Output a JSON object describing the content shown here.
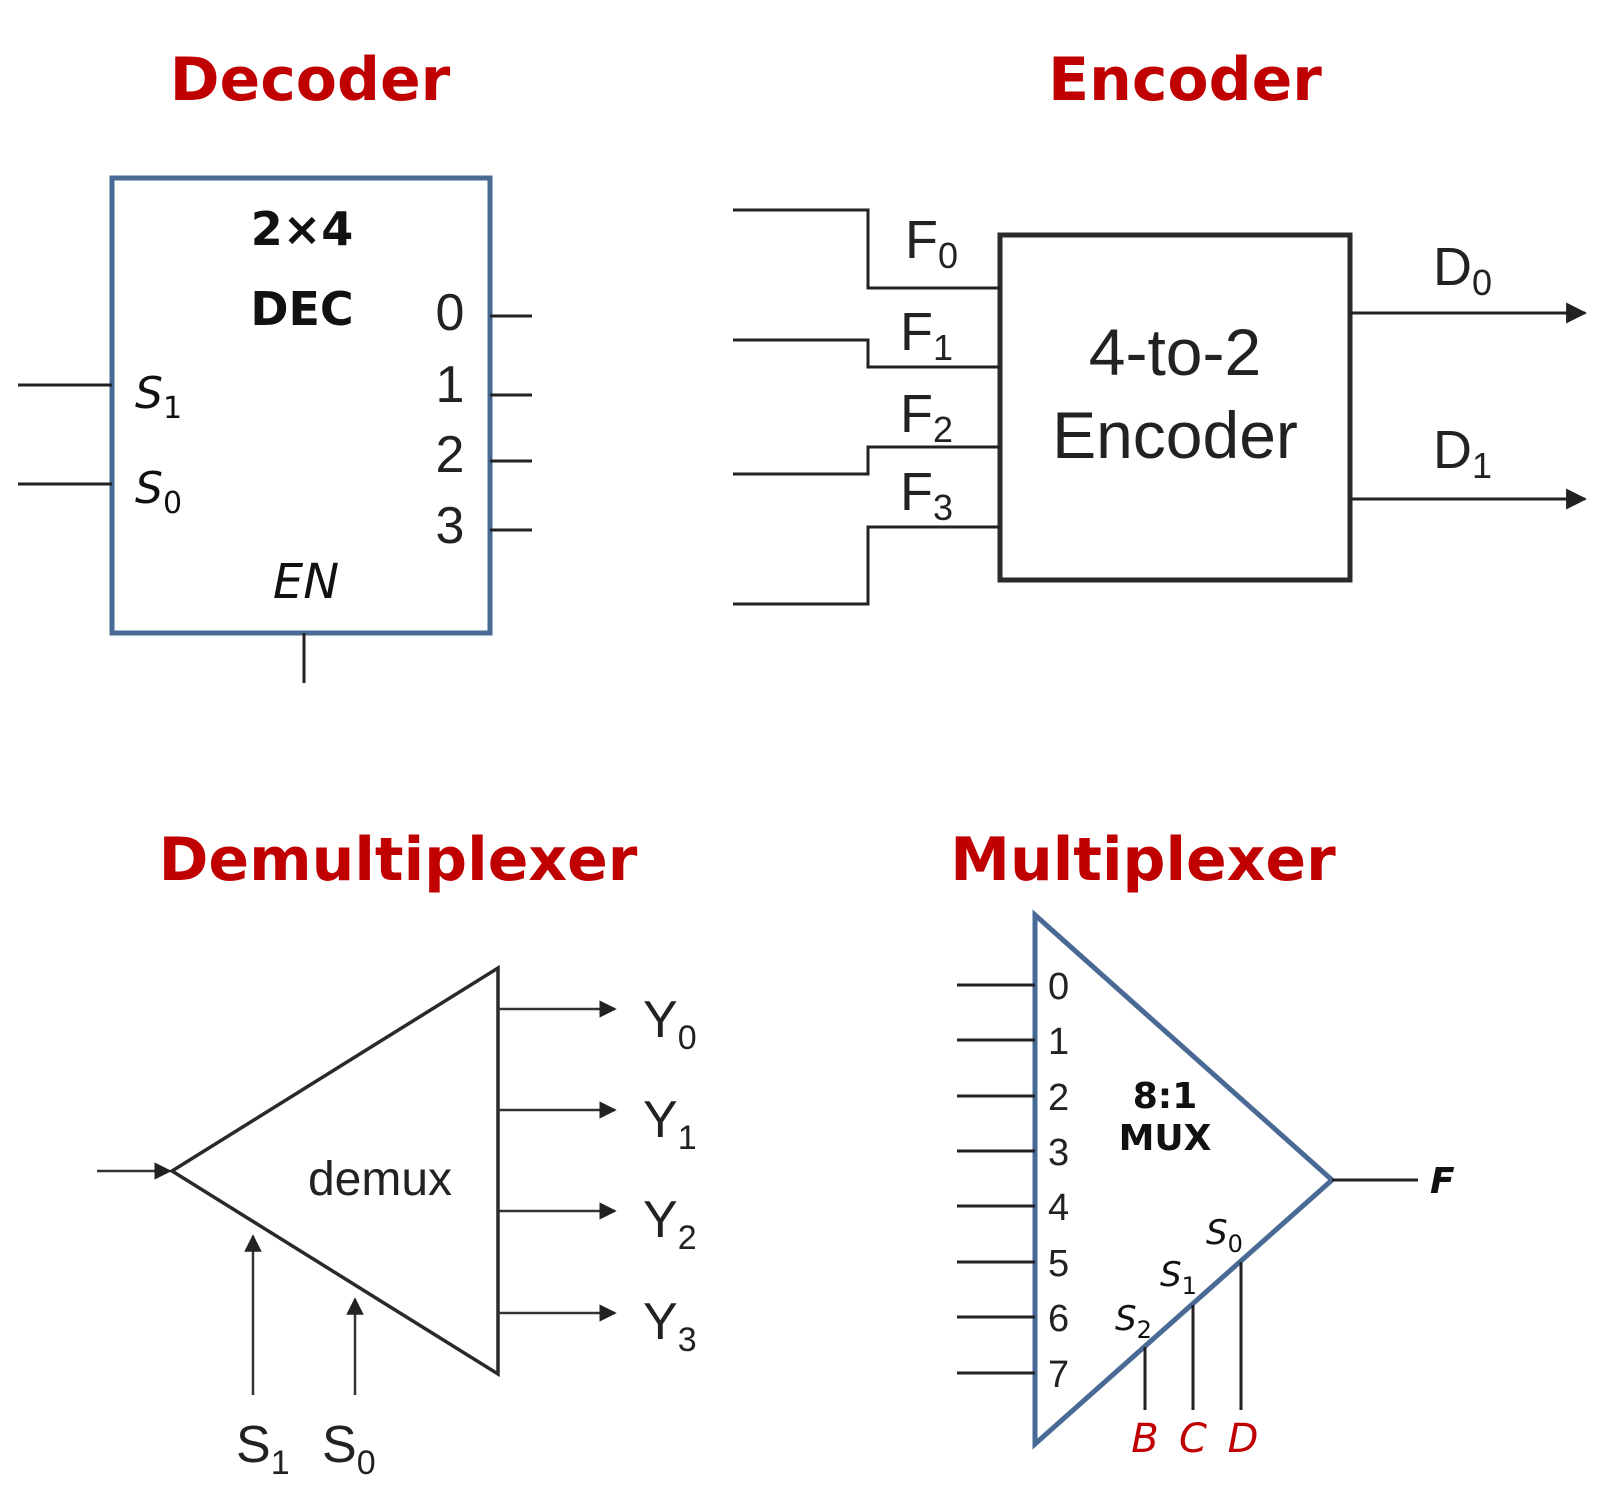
{
  "colors": {
    "title": "#c00000",
    "box_blue": "#4a6a96",
    "wire": "#222222",
    "select_red": "#c00000"
  },
  "decoder": {
    "title": "Decoder",
    "size_label": "2×4",
    "type_label": "DEC",
    "inputs": [
      {
        "name": "S",
        "sub": "1"
      },
      {
        "name": "S",
        "sub": "0"
      }
    ],
    "outputs": [
      "0",
      "1",
      "2",
      "3"
    ],
    "enable": "EN"
  },
  "encoder": {
    "title": "Encoder",
    "label_line1": "4-to-2",
    "label_line2": "Encoder",
    "inputs": [
      {
        "name": "F",
        "sub": "0"
      },
      {
        "name": "F",
        "sub": "1"
      },
      {
        "name": "F",
        "sub": "2"
      },
      {
        "name": "F",
        "sub": "3"
      }
    ],
    "outputs": [
      {
        "name": "D",
        "sub": "0"
      },
      {
        "name": "D",
        "sub": "1"
      }
    ]
  },
  "demux": {
    "title": "Demultiplexer",
    "label": "demux",
    "outputs": [
      {
        "name": "Y",
        "sub": "0"
      },
      {
        "name": "Y",
        "sub": "1"
      },
      {
        "name": "Y",
        "sub": "2"
      },
      {
        "name": "Y",
        "sub": "3"
      }
    ],
    "selects": [
      {
        "name": "S",
        "sub": "1"
      },
      {
        "name": "S",
        "sub": "0"
      }
    ]
  },
  "mux": {
    "title": "Multiplexer",
    "label_line1": "8:1",
    "label_line2": "MUX",
    "inputs": [
      "0",
      "1",
      "2",
      "3",
      "4",
      "5",
      "6",
      "7"
    ],
    "output": "F",
    "selects": [
      {
        "name": "S",
        "sub": "2",
        "signal": "B"
      },
      {
        "name": "S",
        "sub": "1",
        "signal": "C"
      },
      {
        "name": "S",
        "sub": "0",
        "signal": "D"
      }
    ]
  }
}
